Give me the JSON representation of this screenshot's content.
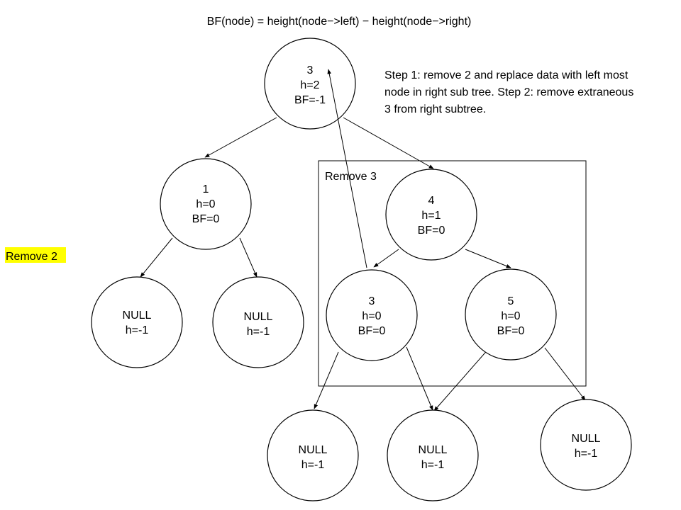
{
  "formula": "BF(node) = height(node−>left) − height(node−>right)",
  "note_lines": [
    "Step 1: remove 2 and replace data with left most",
    "node in right sub tree. Step 2: remove extraneous",
    "3 from right subtree."
  ],
  "box_label": "Remove 3",
  "side_label": "Remove 2",
  "highlight_color": "#ffff00",
  "nodes": [
    {
      "id": "root",
      "lines": [
        "3",
        "h=2",
        "BF=-1"
      ]
    },
    {
      "id": "n1",
      "lines": [
        "1",
        "h=0",
        "BF=0"
      ]
    },
    {
      "id": "n4",
      "lines": [
        "4",
        "h=1",
        "BF=0"
      ]
    },
    {
      "id": "null-a",
      "lines": [
        "NULL",
        "h=-1"
      ]
    },
    {
      "id": "null-b",
      "lines": [
        "NULL",
        "h=-1"
      ]
    },
    {
      "id": "n3",
      "lines": [
        "3",
        "h=0",
        "BF=0"
      ]
    },
    {
      "id": "n5",
      "lines": [
        "5",
        "h=0",
        "BF=0"
      ]
    },
    {
      "id": "null-c",
      "lines": [
        "NULL",
        "h=-1"
      ]
    },
    {
      "id": "null-d",
      "lines": [
        "NULL",
        "h=-1"
      ]
    },
    {
      "id": "null-e",
      "lines": [
        "NULL",
        "h=-1"
      ]
    }
  ]
}
